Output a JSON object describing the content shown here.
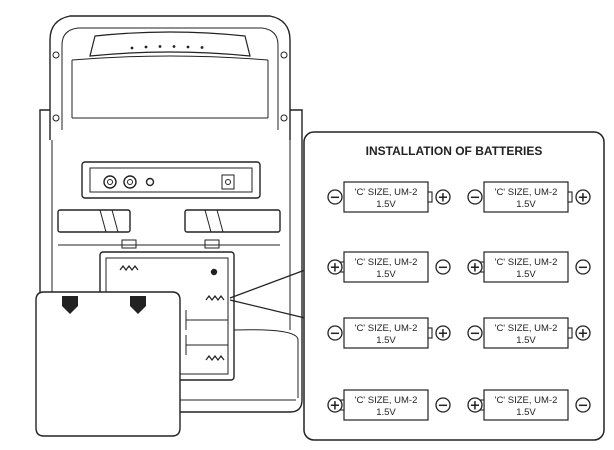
{
  "panel": {
    "title": "INSTALLATION OF BATTERIES"
  },
  "batteries": [
    {
      "line1": "'C' SIZE, UM-2",
      "line2": "1.5V",
      "orientation": "minus-left"
    },
    {
      "line1": "'C' SIZE, UM-2",
      "line2": "1.5V",
      "orientation": "minus-left"
    },
    {
      "line1": "'C' SIZE, UM-2",
      "line2": "1.5V",
      "orientation": "plus-left"
    },
    {
      "line1": "'C' SIZE, UM-2",
      "line2": "1.5V",
      "orientation": "plus-left"
    },
    {
      "line1": "'C' SIZE, UM-2",
      "line2": "1.5V",
      "orientation": "minus-left"
    },
    {
      "line1": "'C' SIZE, UM-2",
      "line2": "1.5V",
      "orientation": "minus-left"
    },
    {
      "line1": "'C' SIZE, UM-2",
      "line2": "1.5V",
      "orientation": "plus-left"
    },
    {
      "line1": "'C' SIZE, UM-2",
      "line2": "1.5V",
      "orientation": "plus-left"
    }
  ],
  "symbols": {
    "plus": "+",
    "minus": "−"
  },
  "colors": {
    "line": "#222222",
    "fill": "#ffffff",
    "shade": "#eeeeee"
  }
}
